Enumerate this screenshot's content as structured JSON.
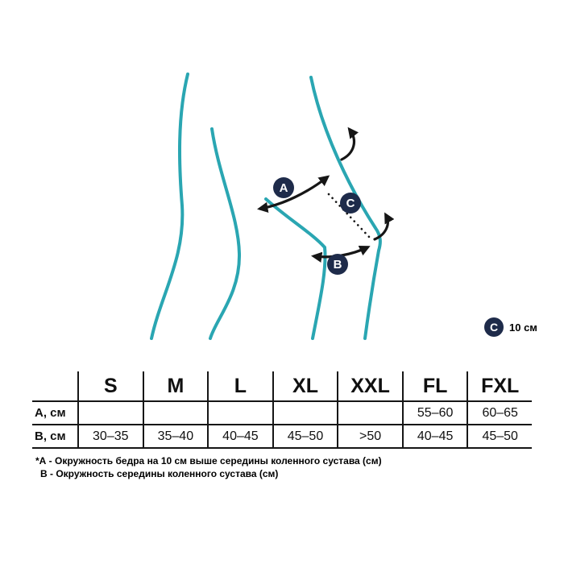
{
  "diagram": {
    "badges": {
      "a": "A",
      "b": "B",
      "c": "C"
    },
    "legend": {
      "badge": "C",
      "label": "10 см"
    },
    "colors": {
      "teal": "#2AA6B2",
      "badge": "#1E2B4A",
      "arrow": "#161616"
    }
  },
  "table": {
    "corner": "",
    "sizes": [
      "S",
      "M",
      "L",
      "XL",
      "XXL",
      "FL",
      "FXL"
    ],
    "rows": [
      {
        "label": "А, см",
        "values": [
          "",
          "",
          "",
          "",
          "",
          "55–60",
          "60–65"
        ]
      },
      {
        "label": "В, см",
        "values": [
          "30–35",
          "35–40",
          "40–45",
          "45–50",
          ">50",
          "40–45",
          "45–50"
        ]
      }
    ]
  },
  "footnotes": {
    "line1": "*А - Окружность бедра на 10 см выше середины коленного сустава (см)",
    "line2": "В - Окружность середины коленного сустава (см)"
  },
  "chart_data": {
    "type": "table",
    "title": "Size chart (knee support)",
    "categories": [
      "S",
      "M",
      "L",
      "XL",
      "XXL",
      "FL",
      "FXL"
    ],
    "series": [
      {
        "name": "А, см (окружность бедра на 10 см выше середины коленного сустава)",
        "values": [
          null,
          null,
          null,
          null,
          null,
          "55–60",
          "60–65"
        ]
      },
      {
        "name": "В, см (окружность середины коленного сустава)",
        "values": [
          "30–35",
          "35–40",
          "40–45",
          "45–50",
          ">50",
          "40–45",
          "45–50"
        ]
      }
    ],
    "annotations": [
      "A — thigh circumference arrow",
      "B — knee-middle circumference arrow",
      "C — 10 см distance between A and B"
    ]
  }
}
